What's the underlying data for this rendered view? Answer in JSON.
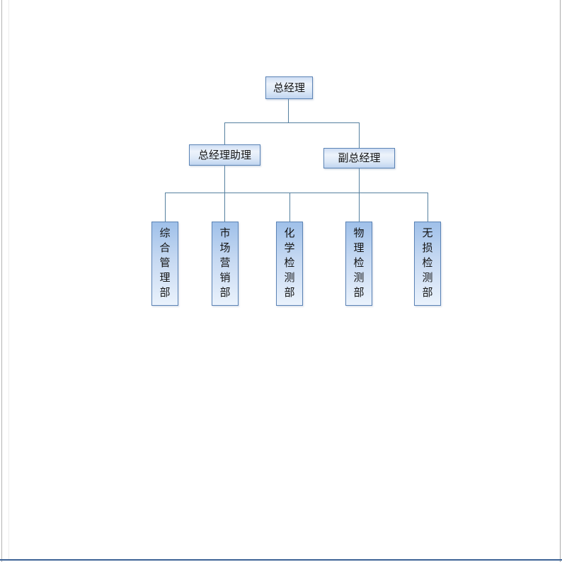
{
  "page": {
    "background": "#ffffff",
    "edges": {
      "left_color": "#b3b3b3",
      "inner_left_color": "#ededed",
      "right_color": "#a9a9a9",
      "bottom_rule_color": "#3c6296"
    }
  },
  "colors": {
    "node_border": "#5b83b5",
    "connector": "#55809f",
    "node_fill_top_horizontal": "#cfdef4",
    "node_fill_bottom_horizontal": "#bfd5f0",
    "node_fill_top_vertical": "#9fc0e9",
    "node_fill_bottom_vertical": "#eaf2fc",
    "text": "#141414"
  },
  "org_chart": {
    "root": {
      "label": "总经理"
    },
    "level2": [
      {
        "label": "总经理助理"
      },
      {
        "label": "副总经理"
      }
    ],
    "departments": [
      {
        "label": "综合管理部"
      },
      {
        "label": "市场营销部"
      },
      {
        "label": "化学检测部"
      },
      {
        "label": "物理检测部"
      },
      {
        "label": "无损检测部"
      }
    ]
  }
}
